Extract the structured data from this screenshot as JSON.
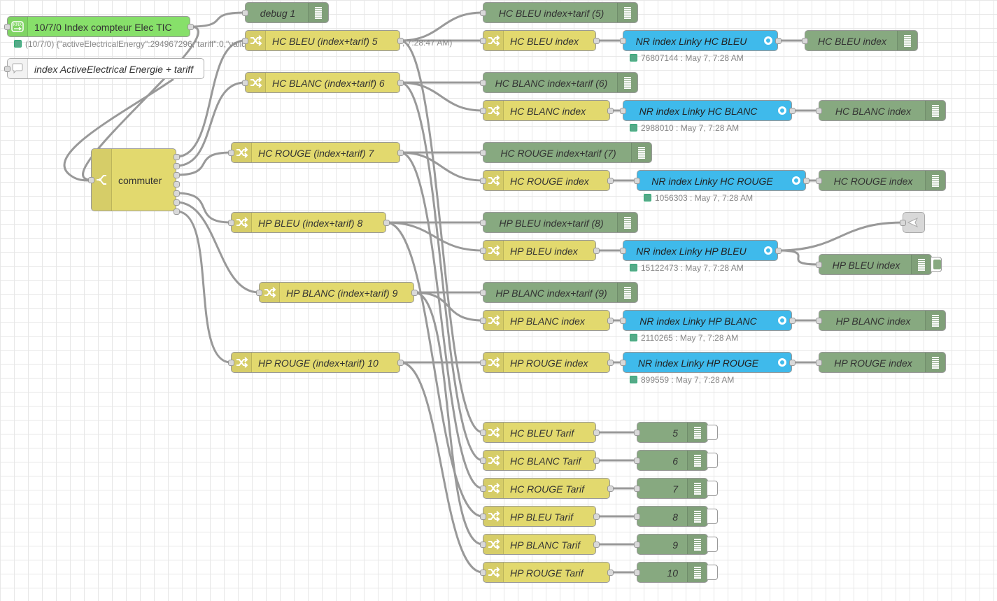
{
  "flow": {
    "nodes": {
      "inject_knx": {
        "label": "10/7/0 Index compteur Elec TIC",
        "status": "(10/7/0) {\"activeElectricalEnergy\":294967296,\"tariff\":0,\"valid"
      },
      "comment": {
        "label": "index ActiveElectrical Energie + tariff"
      },
      "switch": {
        "label": "commuter"
      },
      "debug1": {
        "label": "debug 1"
      },
      "status_overflow": {
        "label": ", 7:28:47 AM)"
      },
      "hcbleu_change": {
        "label": "HC BLEU (index+tarif) 5"
      },
      "hcblanc_change": {
        "label": "HC BLANC (index+tarif) 6"
      },
      "hcrouge_change": {
        "label": "HC ROUGE (index+tarif) 7"
      },
      "hpbleu_change": {
        "label": "HP BLEU (index+tarif) 8"
      },
      "hpblanc_change": {
        "label": "HP BLANC (index+tarif) 9"
      },
      "hprouge_change": {
        "label": "HP ROUGE (index+tarif) 10"
      },
      "dbg_hcbleu_it": {
        "label": "HC BLEU index+tarif (5)"
      },
      "dbg_hcblanc_it": {
        "label": "HC BLANC index+tarif (6)"
      },
      "dbg_hcrouge_it": {
        "label": "HC ROUGE index+tarif (7)"
      },
      "dbg_hpbleu_it": {
        "label": "HP BLEU index+tarif (8)"
      },
      "dbg_hpblanc_it": {
        "label": "HP BLANC index+tarif (9)"
      },
      "chg_hcbleu_idx": {
        "label": "HC BLEU index"
      },
      "chg_hcblanc_idx": {
        "label": "HC BLANC index"
      },
      "chg_hcrouge_idx": {
        "label": "HC ROUGE index"
      },
      "chg_hpbleu_idx": {
        "label": "HP BLEU index"
      },
      "chg_hpblanc_idx": {
        "label": "HP BLANC index"
      },
      "chg_hprouge_idx": {
        "label": "HP ROUGE index"
      },
      "knx_hcbleu": {
        "label": "NR index Linky HC BLEU",
        "status": "76807144 : May 7, 7:28 AM"
      },
      "knx_hcblanc": {
        "label": "NR index Linky HC BLANC",
        "status": "2988010 : May 7, 7:28 AM"
      },
      "knx_hcrouge": {
        "label": "NR index Linky HC ROUGE",
        "status": "1056303 : May 7, 7:28 AM"
      },
      "knx_hpbleu": {
        "label": "NR index Linky HP BLEU",
        "status": "15122473 : May 7, 7:28 AM"
      },
      "knx_hpblanc": {
        "label": "NR index Linky HP BLANC",
        "status": "2110265 : May 7, 7:28 AM"
      },
      "knx_hprouge": {
        "label": "NR index Linky HP ROUGE",
        "status": "899559 : May 7, 7:28 AM"
      },
      "dbg_hcbleu_idx": {
        "label": "HC BLEU index"
      },
      "dbg_hcblanc_idx": {
        "label": "HC BLANC index"
      },
      "dbg_hcrouge_idx": {
        "label": "HC ROUGE index"
      },
      "dbg_hpbleu_idx": {
        "label": "HP BLEU index"
      },
      "dbg_hpblanc_idx": {
        "label": "HP BLANC index"
      },
      "dbg_hprouge_idx": {
        "label": "HP ROUGE index"
      },
      "chg_hcbleu_tarif": {
        "label": "HC BLEU Tarif"
      },
      "chg_hcblanc_tarif": {
        "label": "HC BLANC Tarif"
      },
      "chg_hcrouge_tarif": {
        "label": "HC ROUGE Tarif"
      },
      "chg_hpbleu_tarif": {
        "label": "HP BLEU Tarif"
      },
      "chg_hpblanc_tarif": {
        "label": "HP BLANC Tarif"
      },
      "chg_hprouge_tarif": {
        "label": "HP ROUGE Tarif"
      },
      "dbg_t5": {
        "label": "5"
      },
      "dbg_t6": {
        "label": "6"
      },
      "dbg_t7": {
        "label": "7"
      },
      "dbg_t8": {
        "label": "8"
      },
      "dbg_t9": {
        "label": "9"
      },
      "dbg_t10": {
        "label": "10"
      }
    }
  },
  "icons": {
    "change": "shuffle-icon",
    "debug": "list-icon",
    "knx": "knx-icon",
    "switch": "switch-icon",
    "comment": "comment-icon"
  },
  "colors": {
    "change": "#e2d96e",
    "debug": "#87a980",
    "inject": "#87e06a",
    "knx": "#3fbaeb",
    "wire": "#999999",
    "status_ok": "#55aa88"
  }
}
